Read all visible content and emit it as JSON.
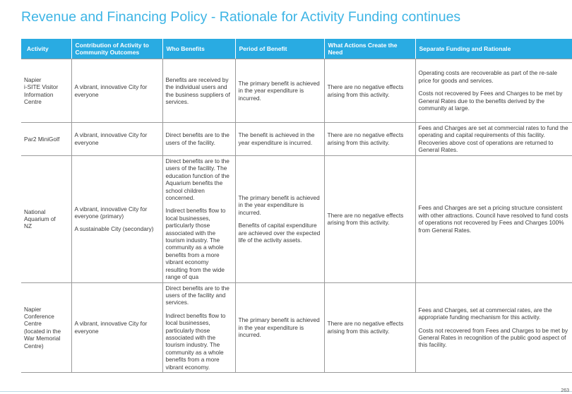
{
  "page": {
    "title": "Revenue and Financing Policy - Rationale for Activity Funding continues",
    "page_number": "263"
  },
  "table": {
    "headers": [
      "Activity",
      "Contribution of Activity to Community Outcomes",
      "Who Benefits",
      "Period of Benefit",
      "What Actions Create the Need",
      "Separate Funding and Rationale"
    ],
    "rows": [
      {
        "activity": [
          "Napier",
          "i-SITE Visitor",
          "Information",
          "Centre"
        ],
        "contribution": [
          "A vibrant, innovative City for everyone"
        ],
        "who_benefits": [
          "Benefits are received by the individual users and the business suppliers of services."
        ],
        "period": [
          "The primary benefit is achieved in the year expenditure is incurred."
        ],
        "actions": [
          "There are no negative effects arising from this activity."
        ],
        "funding": [
          "Operating costs are recoverable as part of the re-sale price for goods and services.",
          "Costs not recovered by Fees and Charges to be met by General Rates due to the benefits derived by the community at large."
        ]
      },
      {
        "activity": [
          "Par2 MiniGolf"
        ],
        "contribution": [
          "A vibrant, innovative City for everyone"
        ],
        "who_benefits": [
          "Direct benefits are to the users of the facility."
        ],
        "period": [
          "The benefit is achieved in the year expenditure is incurred."
        ],
        "actions": [
          "There are no negative effects arising from this activity."
        ],
        "funding": [
          "Fees and Charges are set at commercial rates to fund the operating and capital requirements of this facility. Recoveries above cost of operations are returned to General Rates."
        ]
      },
      {
        "activity": [
          "National",
          "Aquarium of",
          "NZ"
        ],
        "contribution": [
          "A vibrant, innovative City for everyone (primary)",
          "A sustainable City (secondary)"
        ],
        "who_benefits": [
          "Direct benefits are to the users of the facility. The education function of the Aquarium benefits the school children concerned.",
          "Indirect benefits flow to local businesses, particularly those associated with the tourism industry. The community as a whole benefits from a more vibrant economy resulting from the wide range of qua"
        ],
        "period": [
          "The primary benefit is achieved in the year expenditure is incurred.",
          "Benefits of capital expenditure are achieved over the expected life of the activity assets."
        ],
        "actions": [
          "There are no negative effects arising from this activity."
        ],
        "funding": [
          "Fees and Charges are set a pricing structure consistent with other attractions. Council have resolved to fund costs of operations not recovered by Fees and Charges 100% from General Rates."
        ]
      },
      {
        "activity": [
          "Napier",
          "Conference",
          "Centre",
          "(located in the",
          "War Memorial",
          "Centre)"
        ],
        "contribution": [
          "A vibrant, innovative City for everyone"
        ],
        "who_benefits": [
          "Direct benefits are to the users of the facility and services.",
          "Indirect benefits flow to local businesses, particularly those associated with the tourism industry. The community as a whole benefits from a more vibrant economy."
        ],
        "period": [
          "The primary benefit is achieved in the year expenditure is incurred."
        ],
        "actions": [
          "There are no negative effects arising from this activity."
        ],
        "funding": [
          "Fees and Charges, set at commercial rates, are the appropriate funding mechanism for this activity.",
          "Costs not recovered from Fees and Charges to be met by General Rates in recognition of the public good aspect of this facility."
        ]
      }
    ]
  }
}
